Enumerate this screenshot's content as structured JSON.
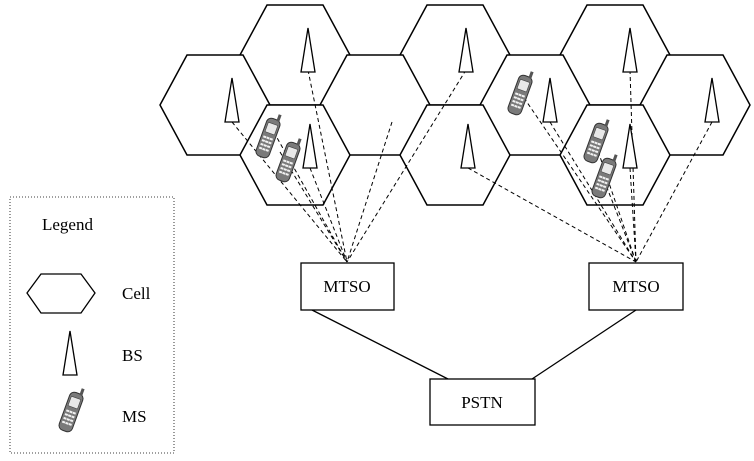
{
  "colors": {
    "stroke": "#000000",
    "background": "#ffffff",
    "phone": "#6f6f6f"
  },
  "legend": {
    "title": "Legend",
    "items": [
      {
        "icon": "hexagon-icon",
        "label": "Cell"
      },
      {
        "icon": "triangle-icon",
        "label": "BS"
      },
      {
        "icon": "phone-icon",
        "label": "MS"
      }
    ]
  },
  "switches": [
    {
      "id": "mtso-left",
      "label": "MTSO"
    },
    {
      "id": "mtso-right",
      "label": "MTSO"
    }
  ],
  "network": {
    "label": "PSTN"
  }
}
